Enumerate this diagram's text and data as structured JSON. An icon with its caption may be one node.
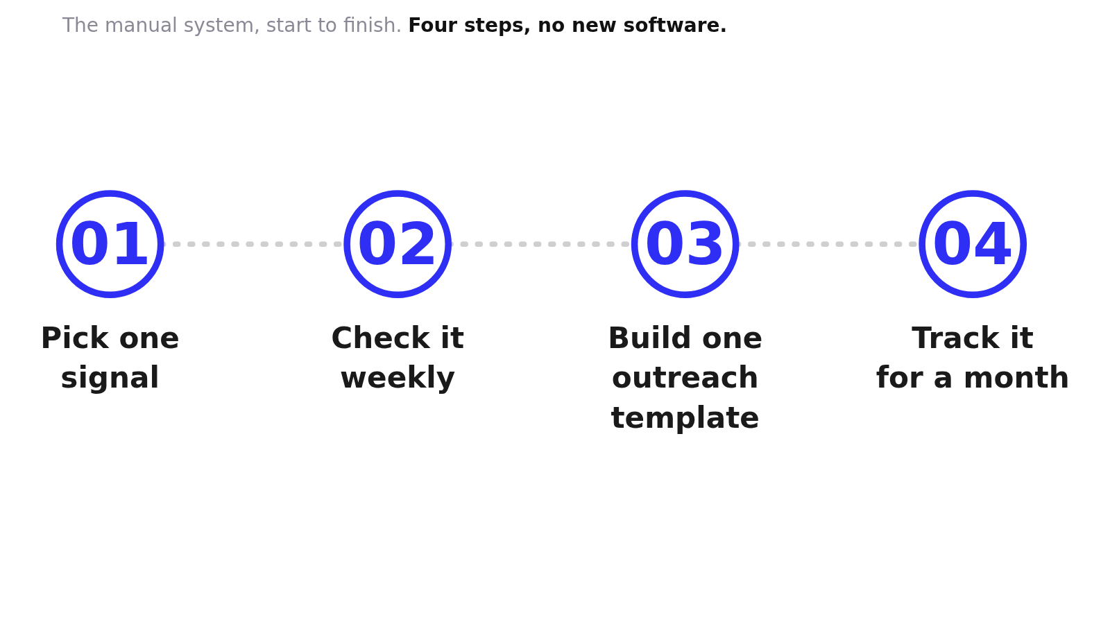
{
  "diagram": {
    "title": "The manual system, start to finish. **Four steps, no new software.**",
    "nodes": [
      {
        "text": [
          "01"
        ],
        "beside": [
          "Pick one signal"
        ]
      },
      {
        "text": [
          "02"
        ],
        "beside": [
          "Check it weekly"
        ]
      },
      {
        "text": [
          "03"
        ],
        "beside": [
          "Build one outreach template"
        ]
      },
      {
        "text": [
          "04"
        ],
        "beside": [
          "Track it for a month"
        ]
      }
    ],
    "edges": [
      {
        "from": 0,
        "to": 1,
        "arrow": "none",
        "style": "dashed"
      },
      {
        "from": 1,
        "to": 2,
        "arrow": "none",
        "style": "dashed"
      },
      {
        "from": 2,
        "to": 3,
        "arrow": "none",
        "style": "dashed"
      }
    ]
  }
}
